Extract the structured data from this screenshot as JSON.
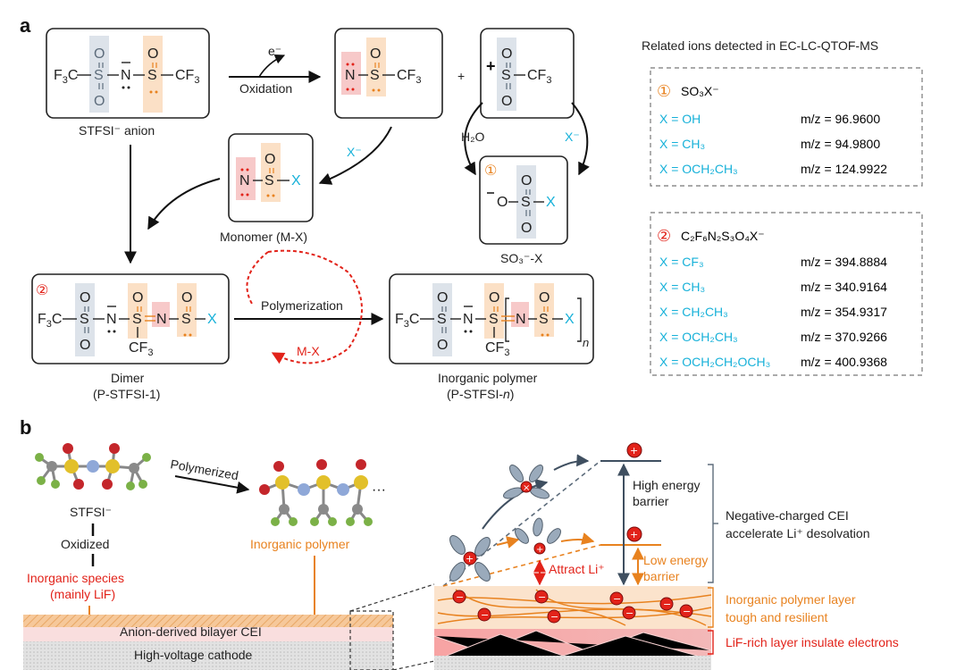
{
  "panel_a": "a",
  "panel_b": "b",
  "stfsi_anion_label": "STFSI⁻ anion",
  "monomer_label": "Monomer (M-X)",
  "dimer_label": "Dimer",
  "dimer_sub": "(P-STFSI-1)",
  "polymer_label": "Inorganic polymer",
  "polymer_sub": "(P-STFSI-",
  "polymer_sub_n": "n",
  "polymer_sub_end": ")",
  "so3x_label": "SO₃⁻-X",
  "electron": "e⁻",
  "oxidation": "Oxidation",
  "plus": "+",
  "h2o": "H₂O",
  "x_minus": "X⁻",
  "polymerization": "Polymerization",
  "mx": "M-X",
  "related_ions_title": "Related ions detected in EC-LC-QTOF-MS",
  "box1": {
    "marker": "①",
    "formula": "SO₃X⁻",
    "rows": [
      {
        "x": "X = OH",
        "mz": "m/z = 96.9600"
      },
      {
        "x": "X = CH₃",
        "mz": "m/z = 94.9800"
      },
      {
        "x": "X = OCH₂CH₃",
        "mz": "m/z = 124.9922"
      }
    ]
  },
  "box2": {
    "marker": "②",
    "formula": "C₂F₆N₂S₃O₄X⁻",
    "rows": [
      {
        "x": "X = CF₃",
        "mz": "m/z = 394.8884"
      },
      {
        "x": "X = CH₃",
        "mz": "m/z = 340.9164"
      },
      {
        "x": "X = CH₂CH₃",
        "mz": "m/z = 354.9317"
      },
      {
        "x": "X = OCH₂CH₃",
        "mz": "m/z = 370.9266"
      },
      {
        "x": "X = OCH₂CH₂OCH₃",
        "mz": "m/z = 400.9368"
      }
    ]
  },
  "b": {
    "stfsi": "STFSI⁻",
    "polymerized": "Polymerized",
    "oxidized": "Oxidized",
    "inorganic_polymer": "Inorganic polymer",
    "inorganic_species": "Inorganic species",
    "mainly_lif": "(mainly LiF)",
    "bilayer_cei": "Anion-derived bilayer CEI",
    "cathode": "High-voltage cathode",
    "high_energy": "High energy",
    "barrier": "barrier",
    "low_energy": "Low energy",
    "barrier2": "barrier",
    "attract_li": "Attract Li⁺",
    "neg_cei_1": "Negative-charged CEI",
    "neg_cei_2": "accelerate Li⁺ desolvation",
    "poly_layer_1": "Inorganic polymer layer",
    "poly_layer_2": "tough and resilient",
    "lif_layer": "LiF-rich layer insulate electrons"
  },
  "colors": {
    "orange": "#e8821f",
    "red": "#e2231a",
    "cyan": "#17b1d9",
    "slate": "#5d6c7b"
  }
}
